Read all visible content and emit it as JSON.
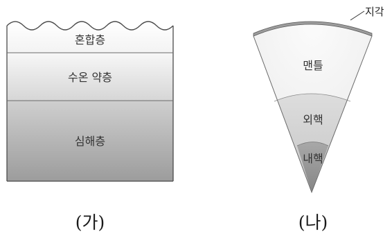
{
  "ocean_layers": {
    "mixed_layer": "혼합층",
    "thermocline": "수온 약층",
    "deep_layer": "심해층"
  },
  "earth_layers": {
    "crust": "지각",
    "mantle": "맨틀",
    "outer_core": "외핵",
    "inner_core": "내핵"
  },
  "captions": {
    "left": "(가)",
    "right": "(나)"
  }
}
